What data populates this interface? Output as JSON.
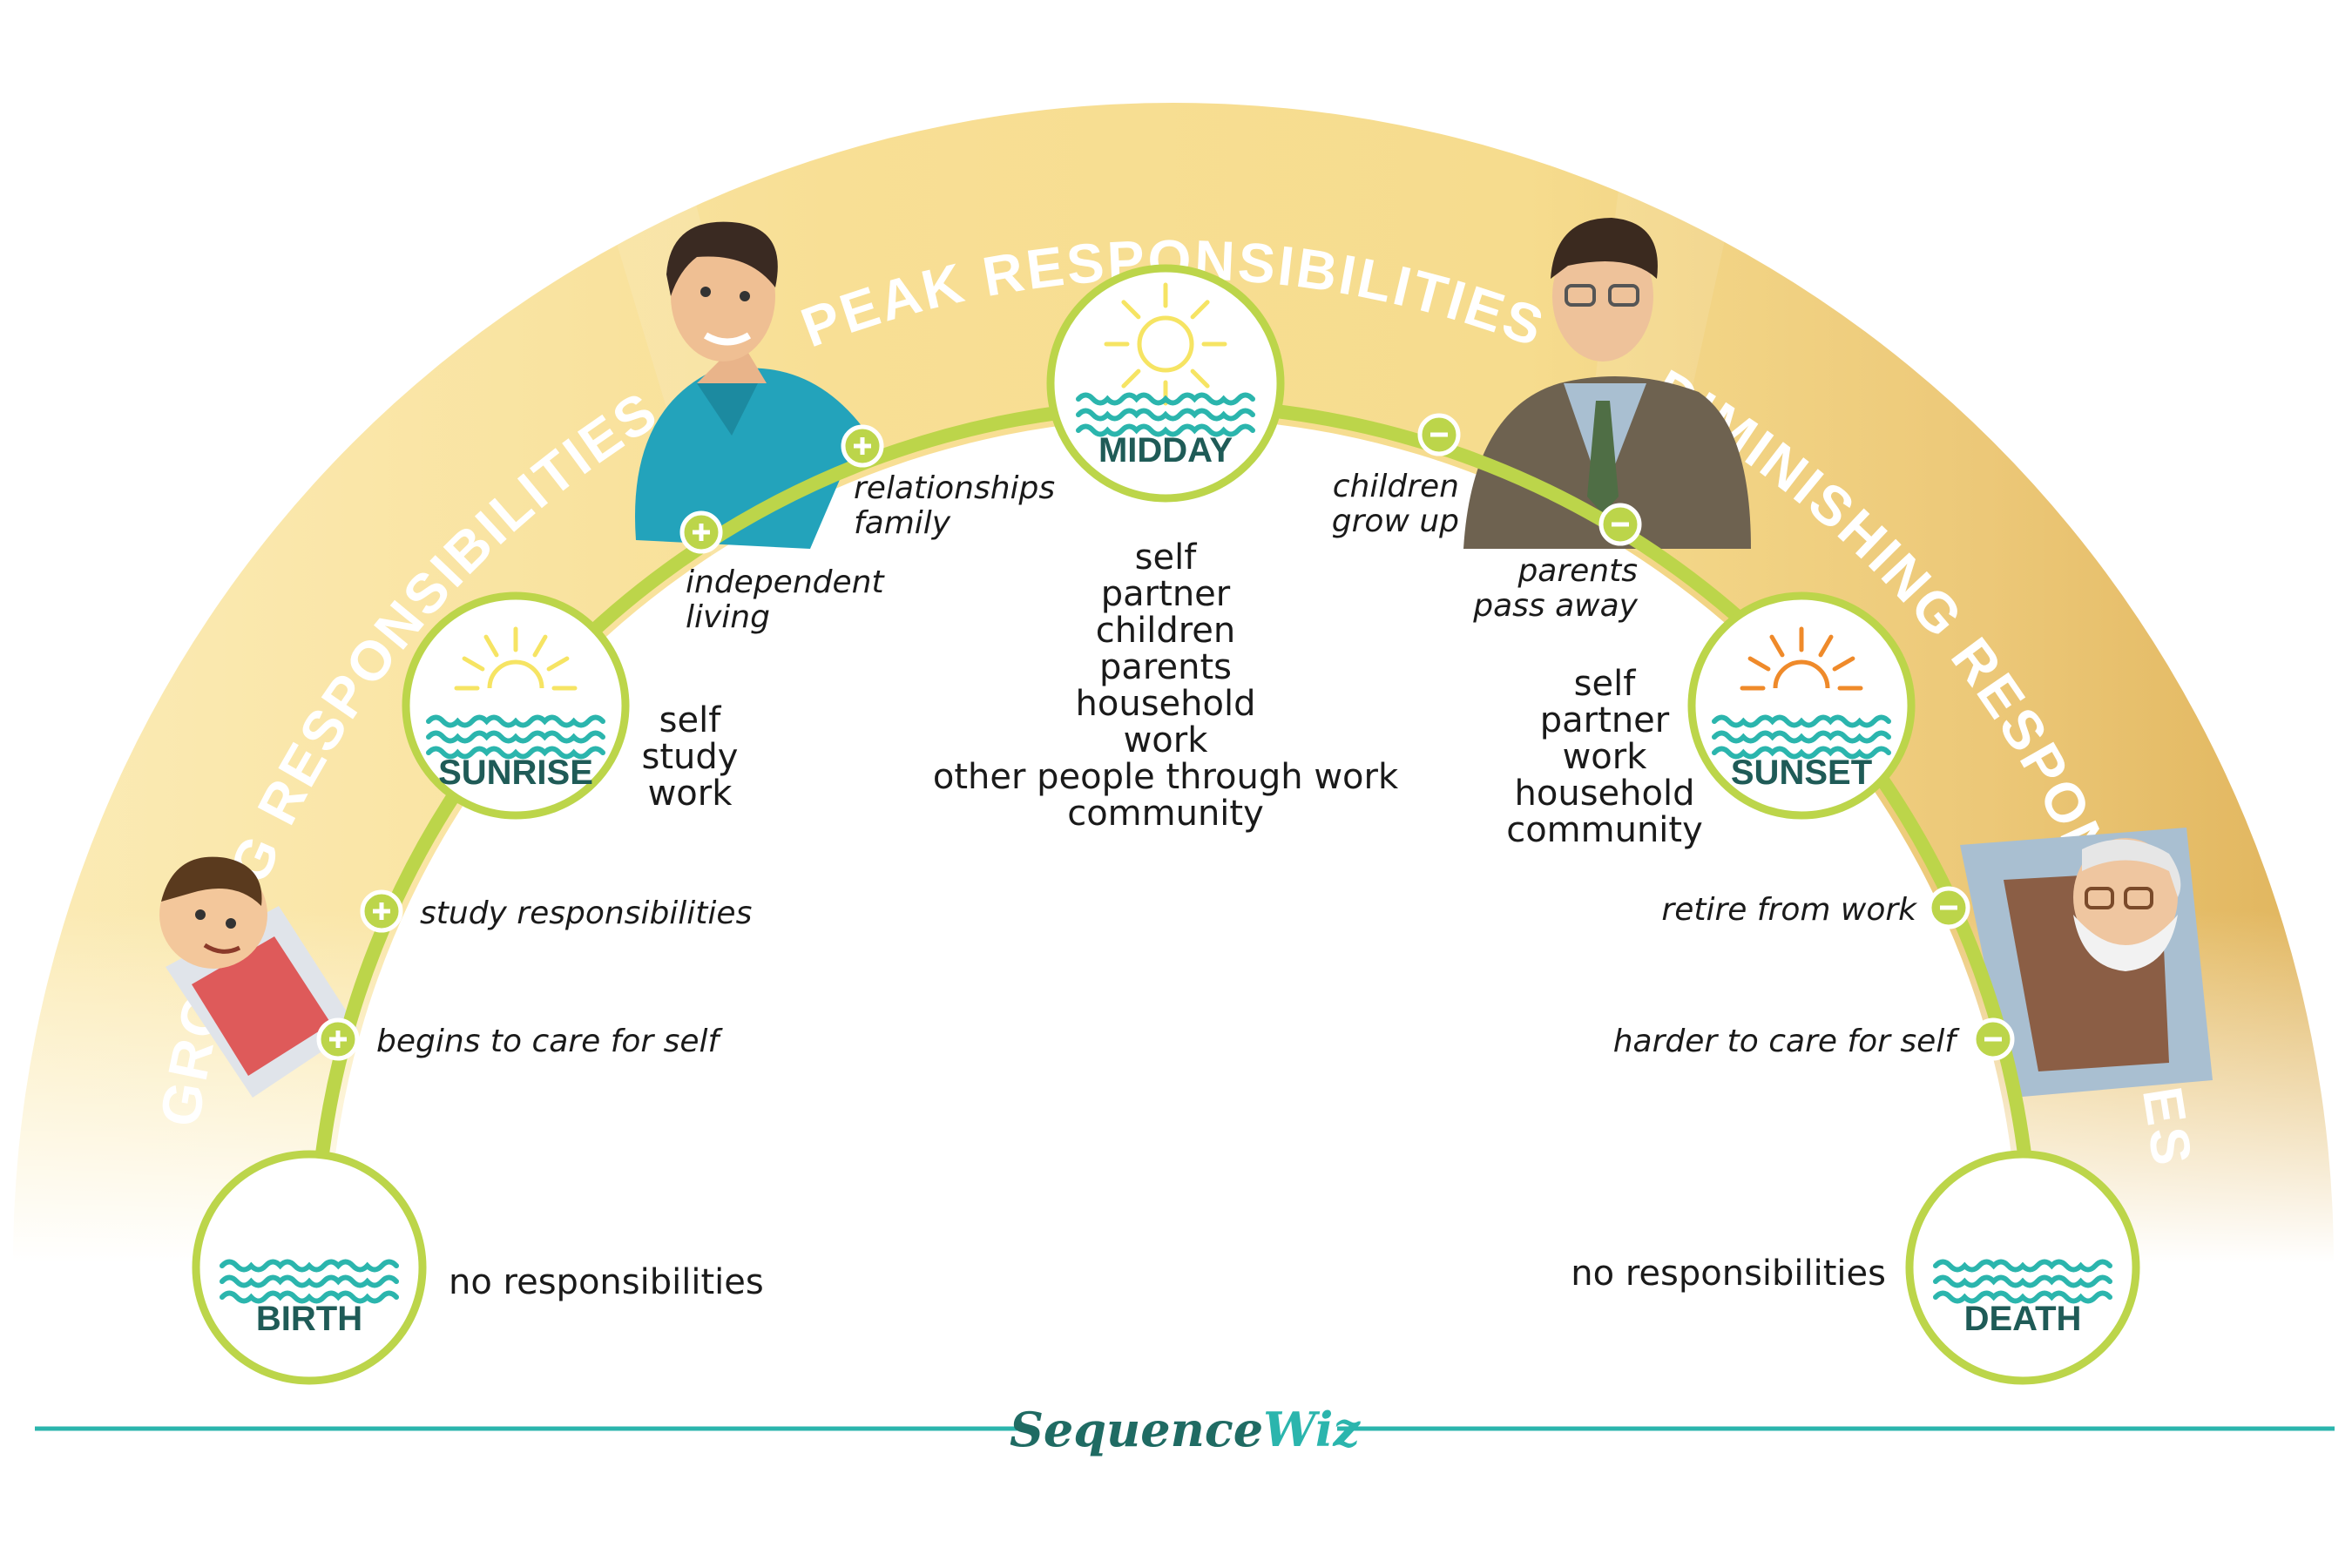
{
  "bands": {
    "growing": "GROWING RESPONSIBILITIES",
    "peak": "PEAK RESPONSIBILITIES",
    "diminishing": "DIMINISHING RESPONSIBILITIES"
  },
  "stages": [
    {
      "label": "BIRTH",
      "icon": "waves-icon"
    },
    {
      "label": "SUNRISE",
      "icon": "sunrise-icon"
    },
    {
      "label": "MIDDAY",
      "icon": "sun-icon"
    },
    {
      "label": "SUNSET",
      "icon": "sunset-icon"
    },
    {
      "label": "DEATH",
      "icon": "waves-icon"
    }
  ],
  "responsibilities": {
    "birth": [
      "no responsibilities"
    ],
    "sunrise": [
      "self",
      "study",
      "work"
    ],
    "midday": [
      "self",
      "partner",
      "children",
      "parents",
      "household",
      "work",
      "other people through work",
      "community"
    ],
    "sunset": [
      "self",
      "partner",
      "work",
      "household",
      "community"
    ],
    "death": [
      "no responsibilities"
    ]
  },
  "events": [
    {
      "sign": "+",
      "lines": [
        "begins to care for self"
      ]
    },
    {
      "sign": "+",
      "lines": [
        "study responsibilities"
      ]
    },
    {
      "sign": "+",
      "lines": [
        "independent",
        "living"
      ]
    },
    {
      "sign": "+",
      "lines": [
        "relationships",
        "family"
      ]
    },
    {
      "sign": "−",
      "lines": [
        "children",
        "grow up"
      ]
    },
    {
      "sign": "−",
      "lines": [
        "parents",
        "pass away"
      ]
    },
    {
      "sign": "−",
      "lines": [
        "retire from work"
      ]
    },
    {
      "sign": "−",
      "lines": [
        "harder to care for self"
      ]
    }
  ],
  "people": [
    {
      "icon": "child-portrait-icon"
    },
    {
      "icon": "young-man-portrait-icon"
    },
    {
      "icon": "businessman-portrait-icon"
    },
    {
      "icon": "elderly-man-portrait-icon"
    }
  ],
  "brand": {
    "part1": "Sequence",
    "part2": "Wiz"
  },
  "colors": {
    "arc": "#bcd54a",
    "band": "#f6dc8e",
    "band_dark": "#e2b65c",
    "teal": "#2bb5ad",
    "label": "#1f5b57",
    "sun": "#f6e463",
    "sunset_sun": "#ef8a2a"
  }
}
